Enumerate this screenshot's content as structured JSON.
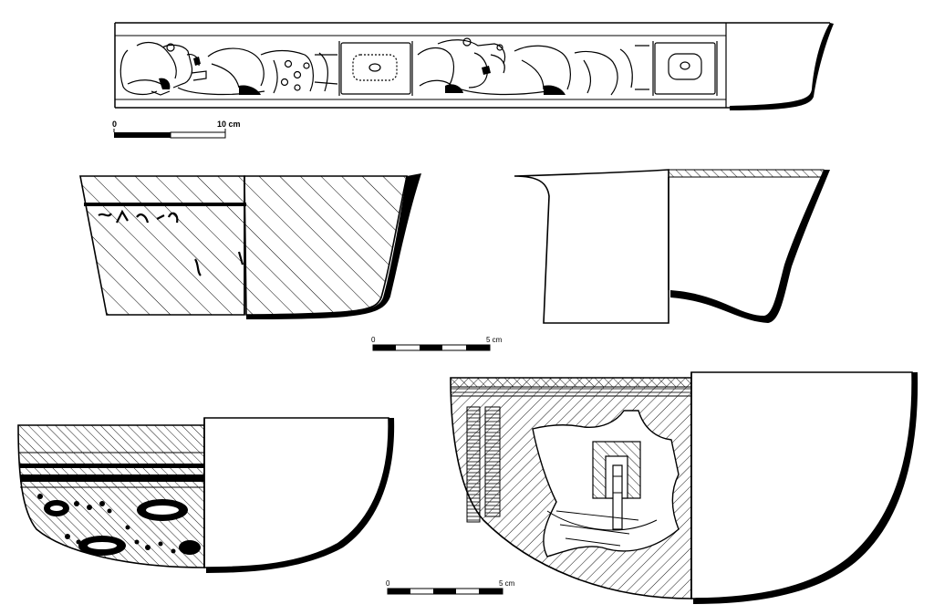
{
  "figure": {
    "scale_bar_large": {
      "start_label": "0",
      "end_label": "10 cm"
    },
    "scale_bar_middle": {
      "start_label": "0",
      "end_label": "5 cm"
    },
    "scale_bar_bottom": {
      "start_label": "0",
      "end_label": "5 cm"
    }
  },
  "vessels": [
    {
      "id": "cylinder-vase-rollout",
      "decoration": "carved glyphic frieze with seated figures and cartouches"
    },
    {
      "id": "flared-bowl-left",
      "decoration": "hatched exterior with painted glyph band"
    },
    {
      "id": "flared-dish-right",
      "decoration": "plain exterior with hatched rim band"
    },
    {
      "id": "hemispherical-bowl-left",
      "decoration": "hatched bands with black painted ovals"
    },
    {
      "id": "hemispherical-bowl-right",
      "decoration": "hatched and shaded panel design"
    }
  ]
}
